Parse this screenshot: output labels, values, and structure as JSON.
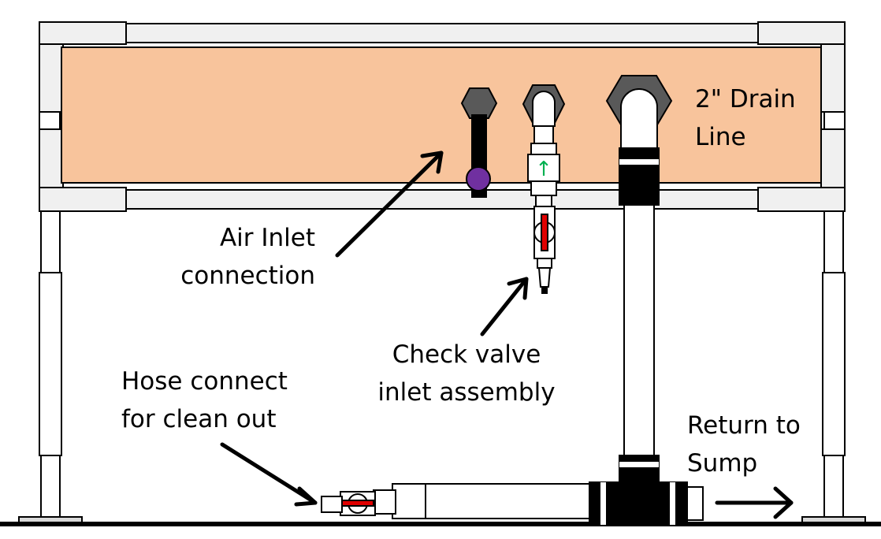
{
  "labels": {
    "drain_line": [
      "2\" Drain",
      "Line"
    ],
    "air_inlet": [
      "Air Inlet",
      "connection"
    ],
    "check_valve": [
      "Check valve",
      "inlet assembly"
    ],
    "hose_connect": [
      "Hose connect",
      "for clean out"
    ],
    "return_sump": [
      "Return to",
      "Sump"
    ],
    "check_valve_arrow_glyph": "↑"
  },
  "colors": {
    "tank_fill": "#f8c49c",
    "pipe_fill": "#ffffff",
    "frame_fill": "#f0f0f0",
    "fitting_black": "#000000",
    "nut_gray": "#595959",
    "valve_handle_red": "#e00000",
    "air_valve_purple": "#7030a0",
    "check_arrow_green": "#00b050",
    "outline": "#000000"
  },
  "icons": [
    "arrow-annotation-icon",
    "hex-nut-icon",
    "ball-valve-icon",
    "check-valve-arrow-icon"
  ]
}
